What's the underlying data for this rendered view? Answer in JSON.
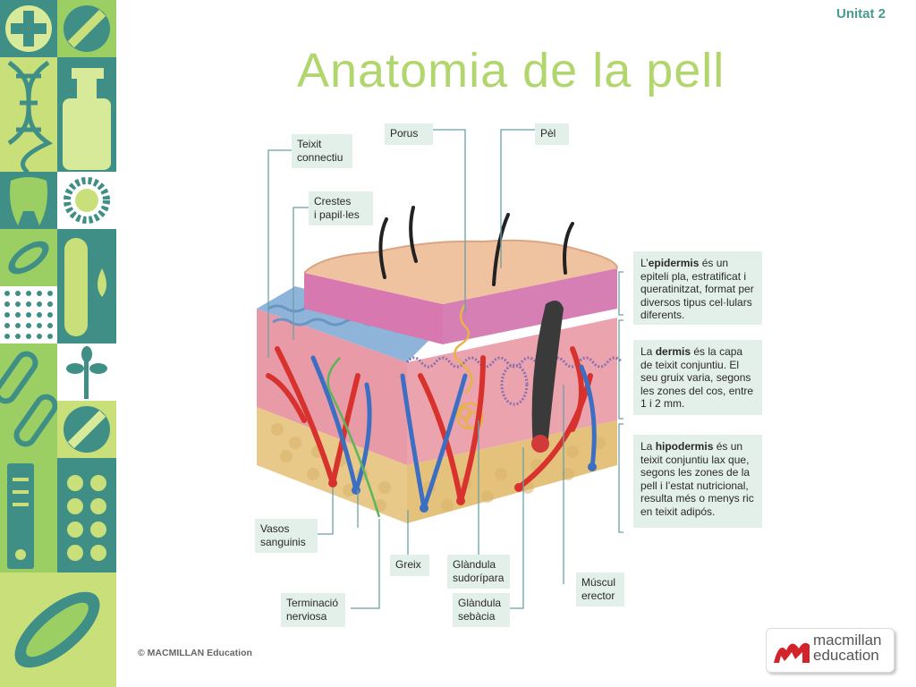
{
  "header": {
    "unit": "Unitat 2",
    "title": "Anatomia de la pell"
  },
  "labels": {
    "teixit_connectiu": "Teixit\nconnectiu",
    "crestes": "Crestes\ni papil·les",
    "porus": "Porus",
    "pel": "Pèl",
    "vasos": "Vasos\nsanguinis",
    "greix": "Greix",
    "glandula_sudoripara": "Glàndula\nsudorípara",
    "muscul_erector": "Múscul\nerector",
    "terminacio": "Terminació\nnerviosa",
    "glandula_sebacia": "Glàndula\nsebàcia"
  },
  "info": {
    "epidermis": {
      "pre": "L’",
      "bold": "epidermis",
      "post": " és un epiteli pla, estratificat i queratinitzat, format per diversos tipus cel·lulars diferents."
    },
    "dermis": {
      "pre": "La ",
      "bold": "dermis",
      "post": " és la capa de teixit conjuntiu. El seu gruix varia, segons les zones del cos, entre 1 i 2 mm."
    },
    "hipodermis": {
      "pre": "La ",
      "bold": "hipodermis",
      "post": " és un teixit conjuntiu lax que, segons les zones de la pell i l’estat nutricional, resulta més o menys ric en teixit adipós."
    }
  },
  "footer": {
    "copyright": "© MACMILLAN Education",
    "logo_line1": "macmillan",
    "logo_line2": "education"
  },
  "colors": {
    "title": "#b2d66e",
    "unit": "#4a9a8e",
    "label_bg": "#e3efe9",
    "leader": "#6aa0a6"
  }
}
